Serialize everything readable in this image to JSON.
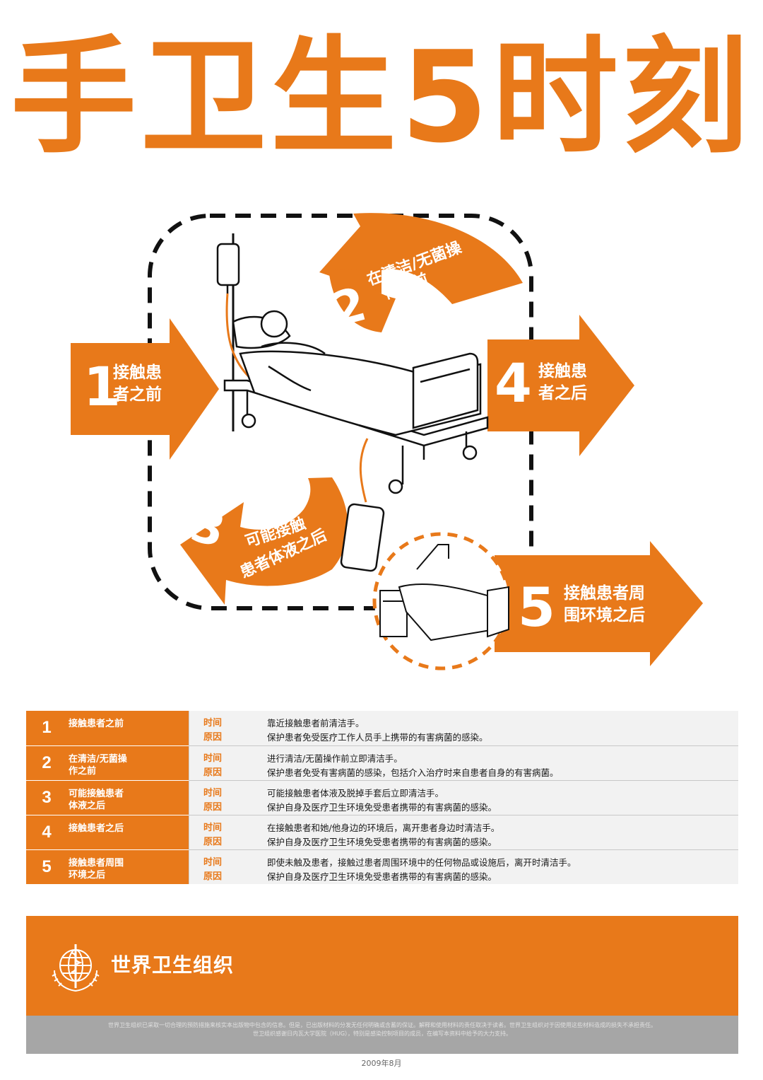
{
  "title": "手卫生5时刻",
  "moments": [
    {
      "number": "1",
      "diagram_lines": [
        "接触患",
        "者之前"
      ],
      "table_lines": [
        "接触患者之前"
      ],
      "time_label": "时间",
      "reason_label": "原因",
      "time": "靠近接触患者前清洁手。",
      "reason": "保护患者免受医疗工作人员手上携带的有害病菌的感染。"
    },
    {
      "number": "2",
      "diagram_lines": [
        "在清洁/无菌操",
        "作之前"
      ],
      "table_lines": [
        "在清洁/无菌操",
        "作之前"
      ],
      "time_label": "时间",
      "reason_label": "原因",
      "time": "进行清洁/无菌操作前立即清洁手。",
      "reason": "保护患者免受有害病菌的感染，包括介入治疗时来自患者自身的有害病菌。"
    },
    {
      "number": "3",
      "diagram_lines": [
        "可能接触",
        "患者体液之后"
      ],
      "table_lines": [
        "可能接触患者",
        "体液之后"
      ],
      "time_label": "时间",
      "reason_label": "原因",
      "time": "可能接触患者体液及脱掉手套后立即清洁手。",
      "reason": "保护自身及医疗卫生环境免受患者携带的有害病菌的感染。"
    },
    {
      "number": "4",
      "diagram_lines": [
        "接触患",
        "者之后"
      ],
      "table_lines": [
        "接触患者之后"
      ],
      "time_label": "时间",
      "reason_label": "原因",
      "time": "在接触患者和她/他身边的环境后，离开患者身边时清洁手。",
      "reason": "保护自身及医疗卫生环境免受患者携带的有害病菌的感染。"
    },
    {
      "number": "5",
      "diagram_lines": [
        "接触患者周",
        "围环境之后"
      ],
      "table_lines": [
        "接触患者周围",
        "环境之后"
      ],
      "time_label": "时间",
      "reason_label": "原因",
      "time": "即使未触及患者，接触过患者周围环境中的任何物品或设施后，离开时清洁手。",
      "reason": "保护自身及医疗卫生环境免受患者携带的有害病菌的感染。"
    }
  ],
  "footer": {
    "organization": "世界卫生组织",
    "disclaimer_line1": "世界卫生组织已采取一切合理的预防措施来核实本出版物中包含的信息。但是，已出版材料的分发无任何明确或含蓄的保证。解释和使用材料的责任取决于读者。世界卫生组织对于因使用这些材料造成的损失不承担责任。",
    "disclaimer_line2": "世卫组织感谢日内瓦大学医院（HUG），特别是感染控制项目的成员，在编写本资料中给予的大力支持。",
    "date": "2009年8月"
  },
  "colors": {
    "accent": "#e8791a",
    "table_bg": "#f2f2f2",
    "disclaimer_bg": "#a6a6a6"
  },
  "icons": [
    "who-emblem-icon",
    "iv-drip-bag-icon",
    "urine-bag-icon",
    "bedside-table-icon"
  ]
}
